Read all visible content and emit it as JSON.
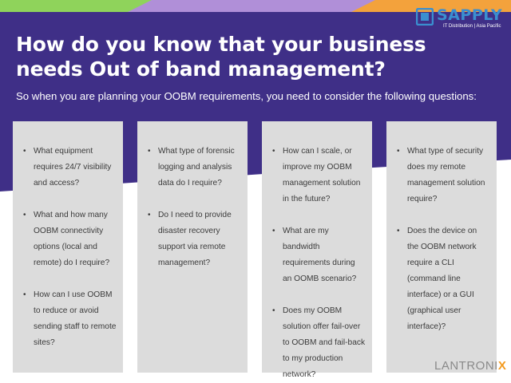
{
  "brand": {
    "logo_text": "SAPPLY",
    "tagline": "IT Distribution | Asia Pacific",
    "primary_color": "#3f2f87",
    "green_accent": "#8fd35b",
    "purple_accent": "#b08fd8",
    "orange_accent": "#f39a1e"
  },
  "header": {
    "title": "How do you know that your business needs Out of band management?",
    "subtitle": "So when you are planning your OOBM requirements, you need to consider the following questions:"
  },
  "columns": [
    {
      "items": [
        "What equipment requires 24/7 visibility and access?",
        "What and how many OOBM connectivity options (local and remote) do I require?",
        "How can I use OOBM to reduce or avoid sending staff to remote sites?"
      ]
    },
    {
      "items": [
        "What type of forensic logging and analysis data do I require?",
        "Do I need to provide disaster recovery support via remote management?"
      ]
    },
    {
      "items": [
        "How can I scale, or improve my OOBM management solution in the future?",
        "What are my bandwidth requirements during an OOMB scenario?",
        "Does my OOBM solution offer fail-over to OOBM and fail-back to my production network?"
      ]
    },
    {
      "items": [
        "What type of security does my remote management solution require?",
        "Does the device on the OOBM network require a CLI (command line interface) or a GUI (graphical user interface)?"
      ]
    }
  ],
  "footer": {
    "partner_logo_main": "LANTRONI",
    "partner_logo_accent": "X"
  }
}
